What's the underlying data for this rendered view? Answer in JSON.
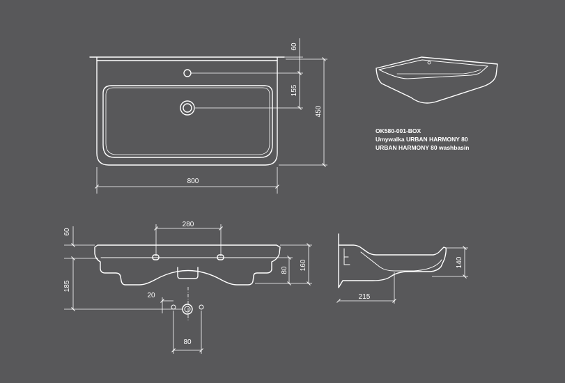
{
  "background_color": "#58585a",
  "line_color": "#ffffff",
  "product_info": {
    "code": "OK580-001-BOX",
    "name_pl": "Umywalka URBAN HARMONY 80",
    "name_en": "URBAN HARMONY 80 washbasin"
  },
  "top_view": {
    "dims": {
      "width": "800",
      "depth": "450",
      "tap_hole_offset": "60",
      "drain_offset": "155"
    }
  },
  "front_view": {
    "dims": {
      "tap_spacing": "280",
      "rim_height": "60",
      "fixing_height": "185",
      "body_height": "160",
      "bowl_depth": "80",
      "fixing_offset": "20",
      "fixing_spacing": "80"
    }
  },
  "side_view": {
    "dims": {
      "projection": "215",
      "height": "140"
    }
  }
}
